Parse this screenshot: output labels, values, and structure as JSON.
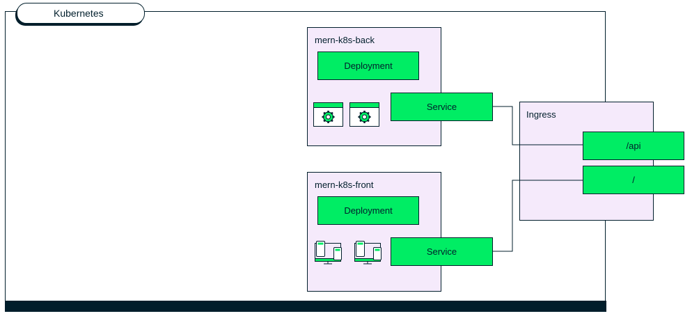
{
  "cluster": {
    "label": "Kubernetes"
  },
  "namespaces": {
    "back": {
      "label": "mern-k8s-back",
      "deployment": "Deployment",
      "service": "Service",
      "pod_icon": "gear-window-icon"
    },
    "front": {
      "label": "mern-k8s-front",
      "deployment": "Deployment",
      "service": "Service",
      "pod_icon": "devices-icon"
    }
  },
  "ingress": {
    "label": "Ingress",
    "routes": [
      {
        "path": "/api"
      },
      {
        "path": "/"
      }
    ]
  },
  "colors": {
    "green": "#00ed64",
    "lavender": "#f5eafb",
    "dark": "#001e2b"
  }
}
